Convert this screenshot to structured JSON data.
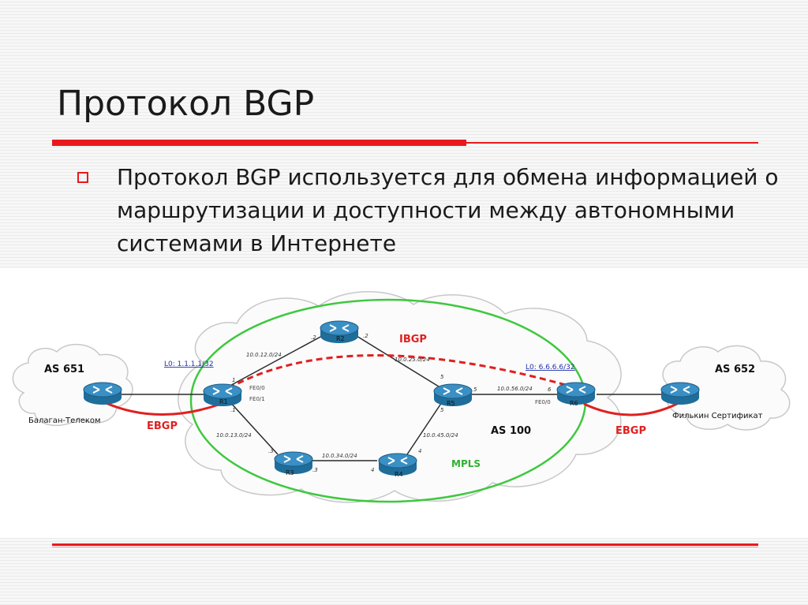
{
  "slide": {
    "title": "Протокол BGP",
    "bullet_text": "Протокол BGP используется для обмена информацией о маршрутизации и доступности между автономными системами в Интернете"
  },
  "diagram": {
    "clouds": {
      "as651": "AS 651",
      "as652": "AS 652",
      "as100": "AS 100",
      "mpls": "MPLS"
    },
    "sessions": {
      "ibgp": "IBGP",
      "ebgp_left": "EBGP",
      "ebgp_right": "EBGP"
    },
    "loopbacks": {
      "r1": "L0: 1.1.1.1/32",
      "r6": "L0: 6.6.6.6/32"
    },
    "routers": {
      "bal": "Балаган-Телеком",
      "fil": "Филькин Сертификат",
      "r1": "R1",
      "r2": "R2",
      "r3": "R3",
      "r4": "R4",
      "r5": "R5",
      "r6": "R6"
    },
    "subnets": {
      "r1_r2": "10.0.12.0/24",
      "r2_r5": "10.0.25.0/24",
      "r5_r6": "10.0.56.0/24",
      "r1_r3": "10.0.13.0/24",
      "r3_r4": "10.0.34.0/24",
      "r4_r5": "10.0.45.0/24"
    },
    "interfaces": {
      "r1_fe00": "FE0/0",
      "r1_fe01": "FE0/1",
      "r6_fe00": "FE0/0"
    },
    "host_ids": {
      "r1_up": "1",
      "r1_down": ".1",
      "r2_left": ".2",
      "r2_right": ".2",
      "r3_up": ".3",
      "r3_right": ".3",
      "r4_left": "4",
      "r4_up": "4",
      "r5_up": "5",
      "r5_right": "5",
      "r5_down": "5",
      "r6_left": "6"
    }
  }
}
